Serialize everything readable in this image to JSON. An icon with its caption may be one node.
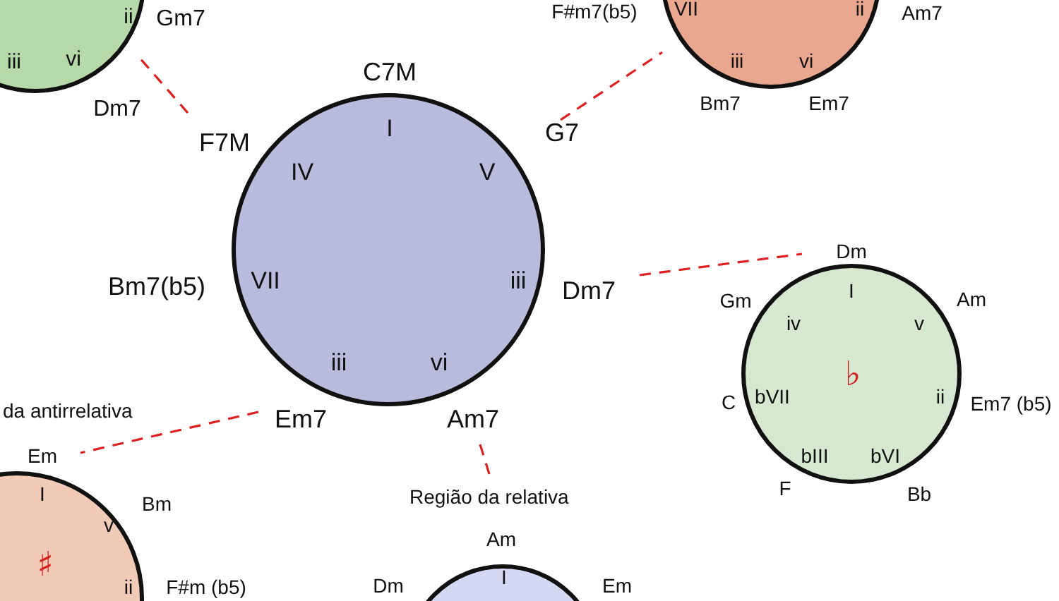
{
  "diagram": {
    "nodes": [
      {
        "text": [
          "ii",
          "iii",
          "vi"
        ],
        "beside": [
          "Gm7",
          "Dm7"
        ]
      },
      {
        "text": [
          "VII",
          "ii",
          "iii",
          "vi"
        ],
        "beside": [
          "F#m7(b5)",
          "Am7",
          "Bm7",
          "Em7"
        ]
      },
      {
        "text": [
          "I",
          "IV",
          "V",
          "VII",
          "iii",
          "iii",
          "vi"
        ],
        "beside": [
          "C7M",
          "F7M",
          "G7",
          "Bm7(b5)",
          "Dm7",
          "Em7",
          "Am7"
        ]
      },
      {
        "text": [
          "I",
          "iv",
          "v",
          "♭",
          "bVII",
          "ii",
          "bIII",
          "bVI"
        ],
        "beside": [
          "Dm",
          "Gm",
          "Am",
          "C",
          "Em7 (b5)",
          "F",
          "Bb"
        ]
      },
      {
        "text": [
          "I",
          "v",
          "♯",
          "ii"
        ],
        "beside": [
          "Em",
          "Bm",
          "F#m (b5)"
        ]
      },
      {
        "text": [
          "Região da relativa"
        ]
      },
      {
        "text": [
          "I"
        ],
        "beside": [
          "Am",
          "Dm",
          "Em"
        ]
      }
    ],
    "edges": [
      {
        "from": 2,
        "to": 0,
        "arrow": "none",
        "style": "dashed"
      },
      {
        "from": 2,
        "to": 1,
        "arrow": "none",
        "style": "dashed"
      },
      {
        "from": 2,
        "to": 3,
        "arrow": "none",
        "style": "dashed"
      },
      {
        "from": 2,
        "to": 4,
        "arrow": "none",
        "style": "dashed"
      },
      {
        "from": 2,
        "to": 5,
        "arrow": "none",
        "style": "dashed"
      }
    ],
    "labels": [
      "da antirrelativa"
    ]
  }
}
